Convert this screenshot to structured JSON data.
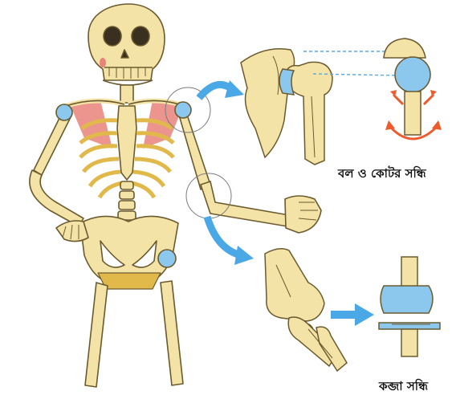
{
  "labels": {
    "ball_socket_joint": "বল ও কোটর সন্ধি",
    "hinge_joint": "কব্জা সন্ধি"
  },
  "colors": {
    "bone": "#f4e3a6",
    "bone_outline": "#6b5a2e",
    "joint_blue": "#8cc8ee",
    "arrow_blue": "#4aa8e6",
    "muscle_red": "#e8837a",
    "rotation_arrow": "#ef5a2a",
    "callout_dash": "#5aa9e0"
  },
  "icons": [
    "skeleton-figure",
    "shoulder-joint-illustration",
    "ball-socket-model",
    "elbow-joint-illustration",
    "hinge-model",
    "blue-arrow",
    "rotation-arrows"
  ]
}
